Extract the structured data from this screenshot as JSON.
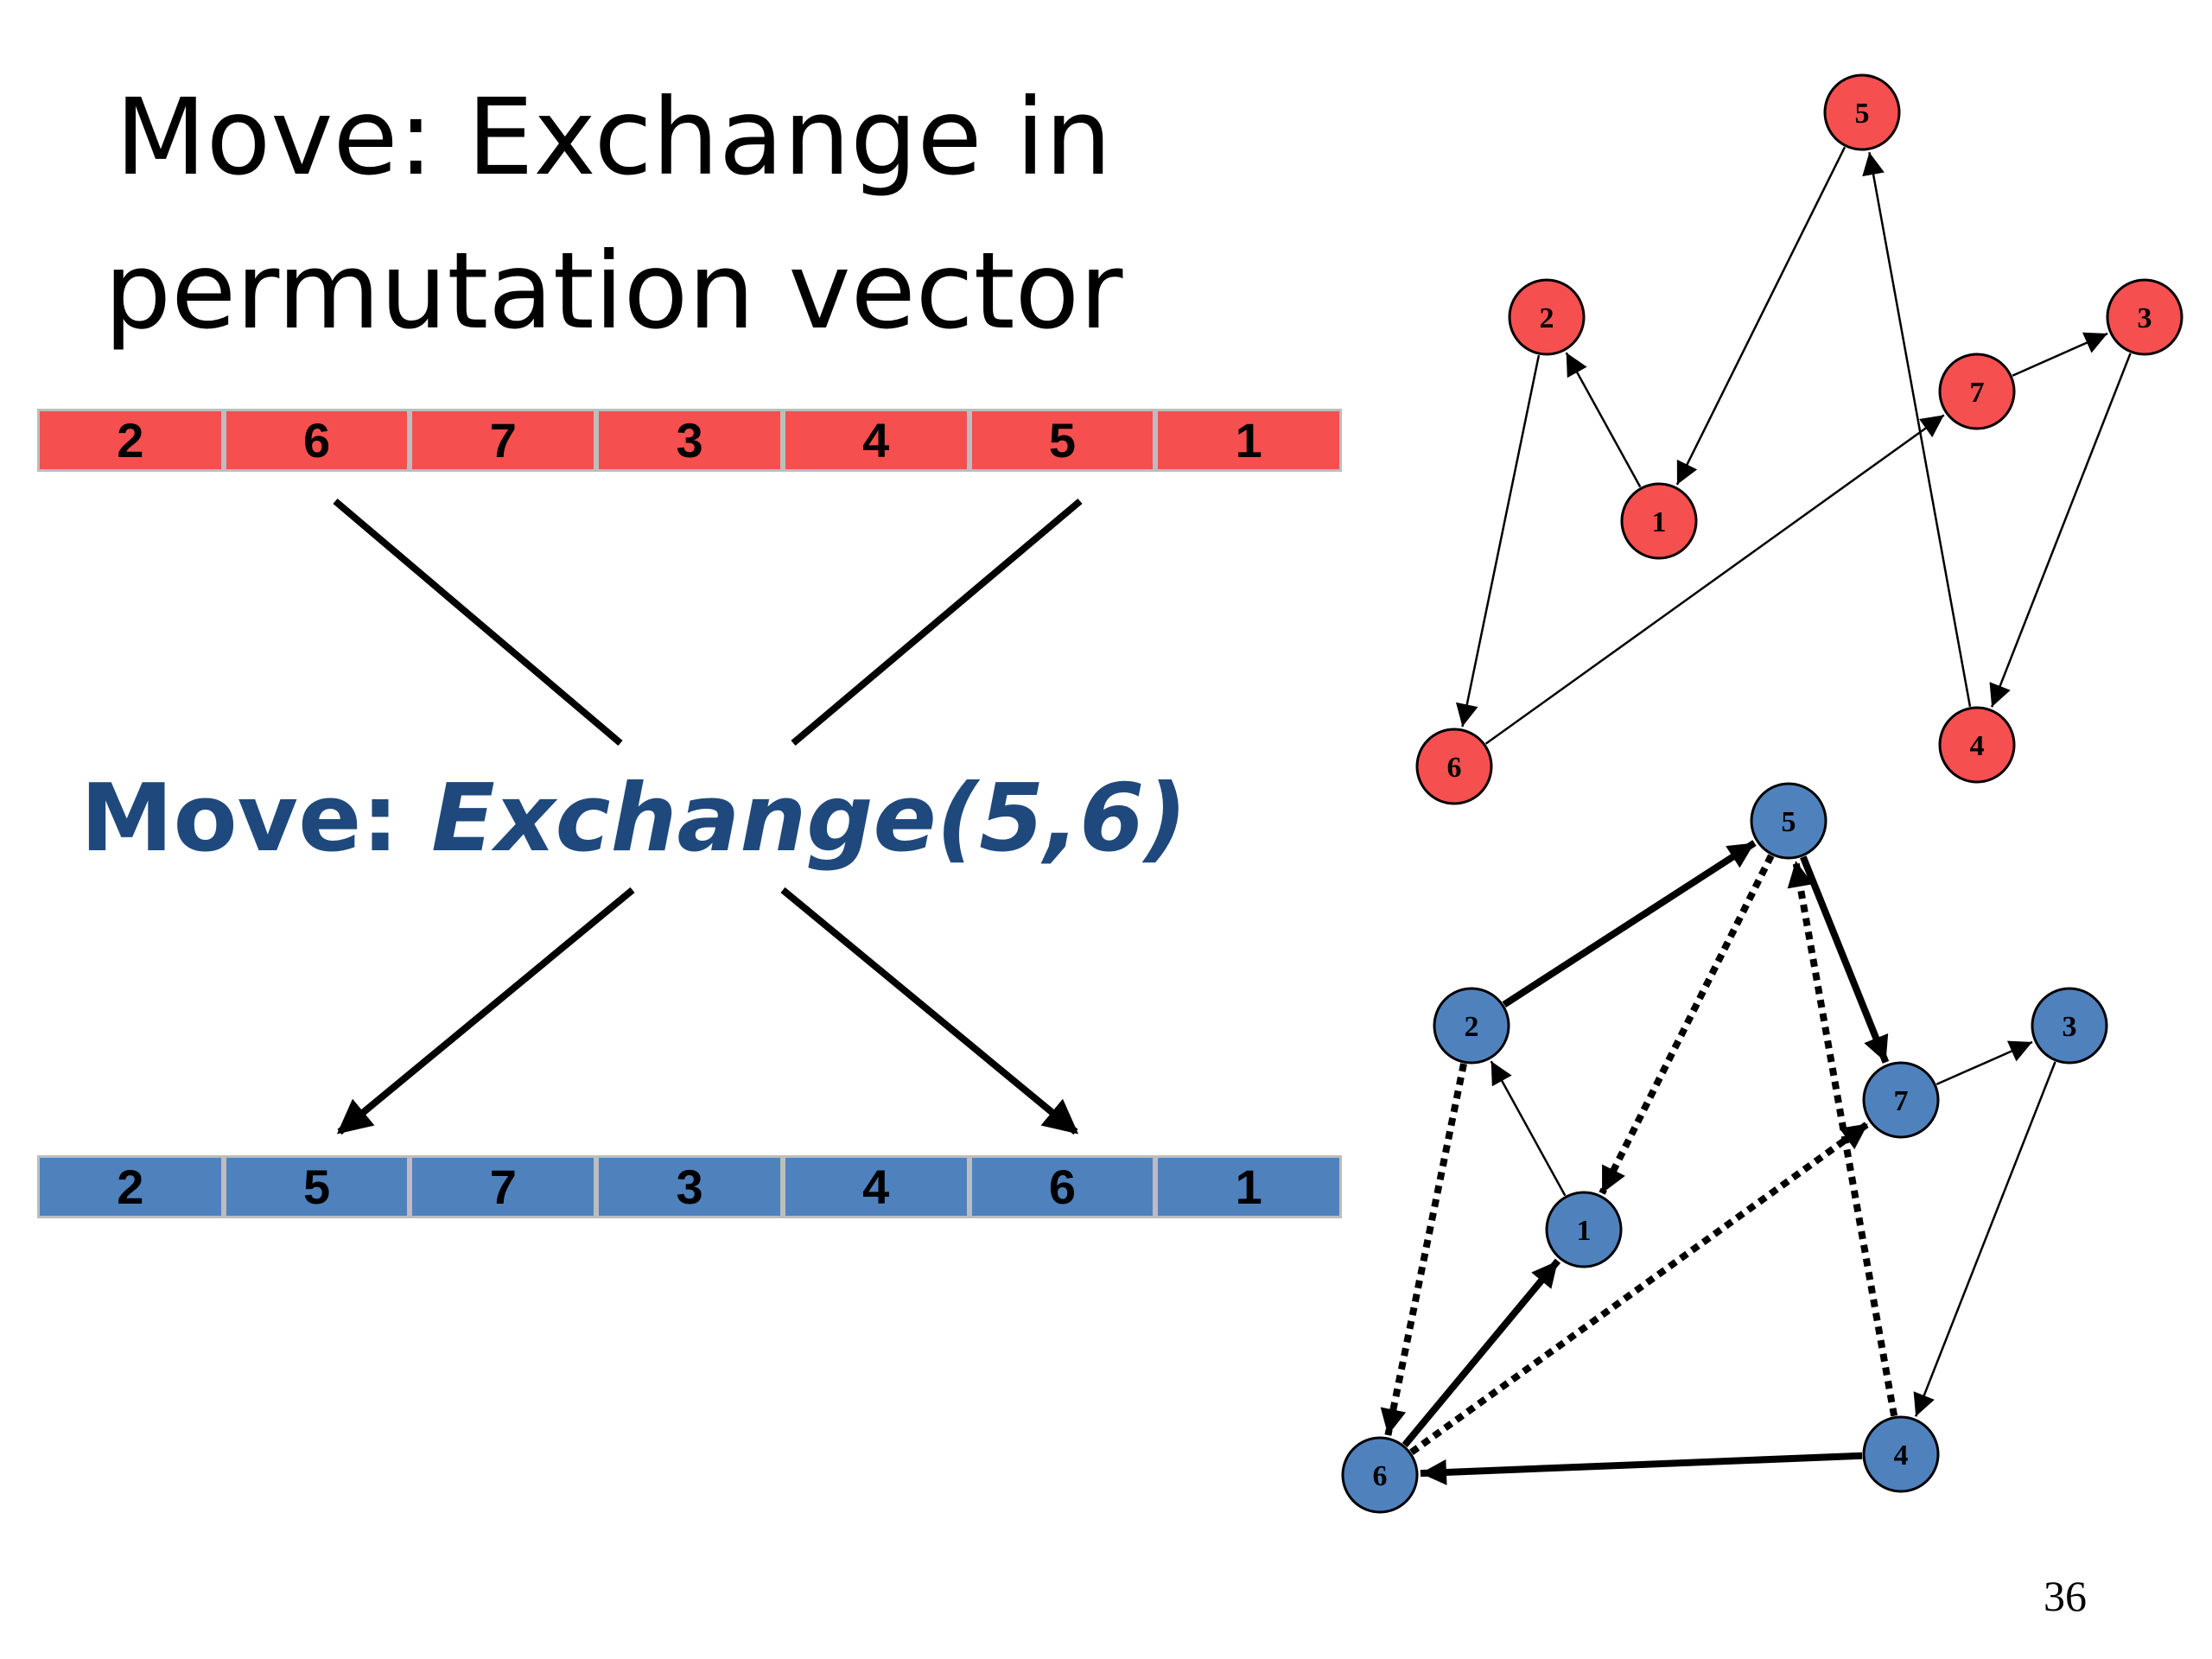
{
  "title": "Move: Exchange in permutation vector",
  "vector_before": [
    "2",
    "6",
    "7",
    "3",
    "4",
    "5",
    "1"
  ],
  "vector_after": [
    "2",
    "5",
    "7",
    "3",
    "4",
    "6",
    "1"
  ],
  "move_label": {
    "prefix": "Move: ",
    "operation": "Exchange(5,6)"
  },
  "page_number": "36",
  "colors": {
    "red_fill": "#f54f4f",
    "blue_fill": "#4f81bd",
    "label_color": "#1f497d"
  },
  "graph_before": {
    "nodes": [
      "5",
      "2",
      "3",
      "7",
      "1",
      "6",
      "4"
    ],
    "edges": [
      {
        "from": "2",
        "to": "6",
        "style": "thin"
      },
      {
        "from": "6",
        "to": "7",
        "style": "thin"
      },
      {
        "from": "7",
        "to": "3",
        "style": "thin"
      },
      {
        "from": "3",
        "to": "4",
        "style": "thin"
      },
      {
        "from": "4",
        "to": "5",
        "style": "thin"
      },
      {
        "from": "5",
        "to": "1",
        "style": "thin"
      },
      {
        "from": "1",
        "to": "2",
        "style": "thin"
      }
    ]
  },
  "graph_after": {
    "nodes": [
      "5",
      "2",
      "3",
      "7",
      "1",
      "6",
      "4"
    ],
    "edges": [
      {
        "from": "2",
        "to": "5",
        "style": "bold"
      },
      {
        "from": "5",
        "to": "7",
        "style": "bold"
      },
      {
        "from": "7",
        "to": "3",
        "style": "thin"
      },
      {
        "from": "3",
        "to": "4",
        "style": "thin"
      },
      {
        "from": "4",
        "to": "6",
        "style": "bold"
      },
      {
        "from": "6",
        "to": "1",
        "style": "bold"
      },
      {
        "from": "1",
        "to": "2",
        "style": "thin"
      },
      {
        "from": "2",
        "to": "6",
        "style": "dotted"
      },
      {
        "from": "6",
        "to": "7",
        "style": "dotted"
      },
      {
        "from": "4",
        "to": "5",
        "style": "dotted"
      },
      {
        "from": "5",
        "to": "1",
        "style": "dotted"
      }
    ]
  }
}
